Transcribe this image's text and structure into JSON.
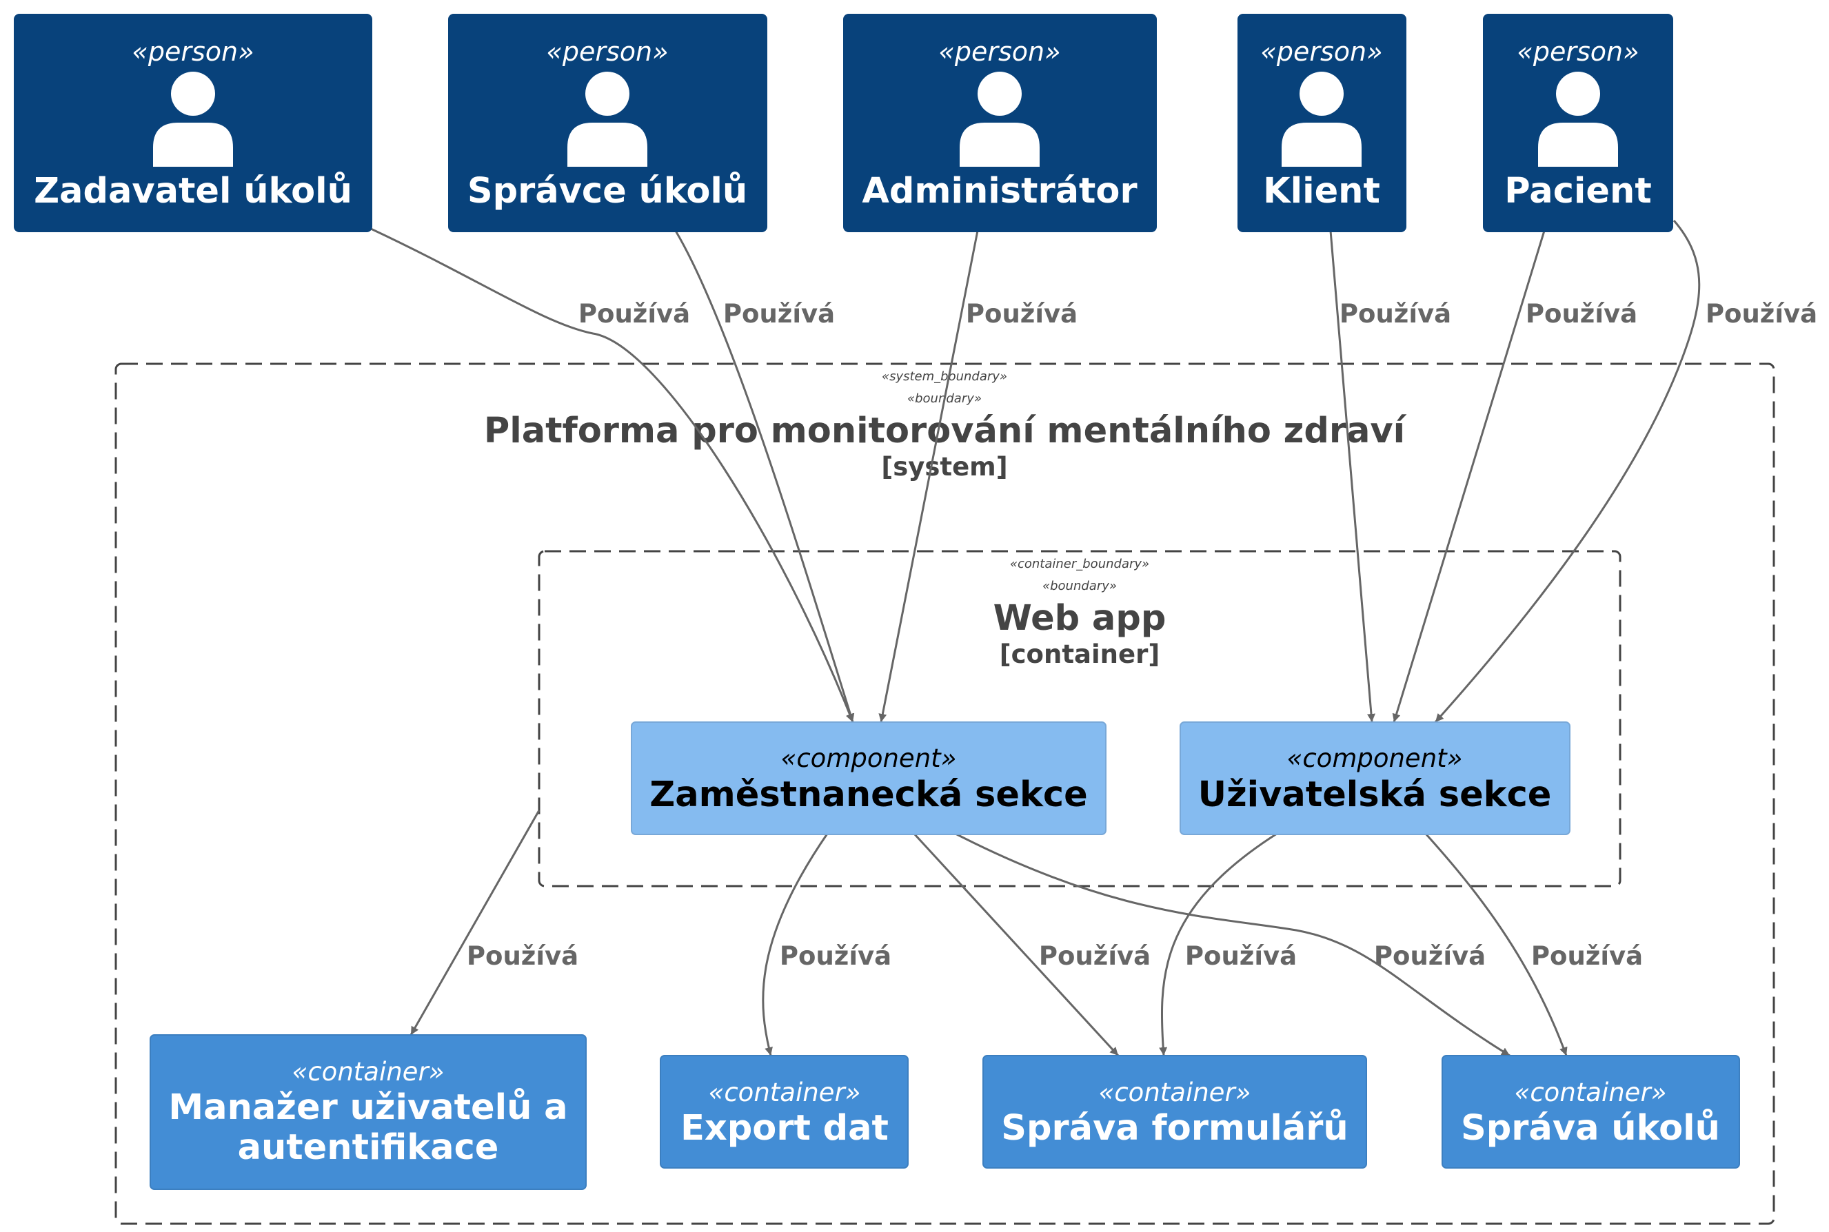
{
  "colors": {
    "person_fill": "#08427b",
    "component_fill": "#85bbf0",
    "container_fill": "#438dd5",
    "edge": "#666666",
    "boundary": "#444444"
  },
  "persons": [
    {
      "id": "zadavatel",
      "stereotype": "«person»",
      "name": "Zadavatel úkolů",
      "icon": "person-icon"
    },
    {
      "id": "spravce",
      "stereotype": "«person»",
      "name": "Správce úkolů",
      "icon": "person-icon"
    },
    {
      "id": "admin",
      "stereotype": "«person»",
      "name": "Administrátor",
      "icon": "person-icon"
    },
    {
      "id": "klient",
      "stereotype": "«person»",
      "name": "Klient",
      "icon": "person-icon"
    },
    {
      "id": "pacient",
      "stereotype": "«person»",
      "name": "Pacient",
      "icon": "person-icon"
    }
  ],
  "system_boundary": {
    "stereotypes": [
      "«system_boundary»",
      "«boundary»"
    ],
    "title": "Platforma pro monitorování mentálního zdraví",
    "type": "[system]"
  },
  "container_boundary": {
    "stereotypes": [
      "«container_boundary»",
      "«boundary»"
    ],
    "title": "Web app",
    "type": "[container]"
  },
  "components": [
    {
      "id": "zam",
      "stereotype": "«component»",
      "name": "Zaměstnanecká sekce"
    },
    {
      "id": "uziv",
      "stereotype": "«component»",
      "name": "Uživatelská sekce"
    }
  ],
  "containers": [
    {
      "id": "manazer",
      "stereotype": "«container»",
      "name_lines": [
        "Manažer uživatelů a",
        "autentifikace"
      ]
    },
    {
      "id": "export",
      "stereotype": "«container»",
      "name_lines": [
        "Export dat"
      ]
    },
    {
      "id": "formulare",
      "stereotype": "«container»",
      "name_lines": [
        "Správa formulářů"
      ]
    },
    {
      "id": "ukoly",
      "stereotype": "«container»",
      "name_lines": [
        "Správa úkolů"
      ]
    }
  ],
  "relations": [
    {
      "from": "zadavatel",
      "to": "zam",
      "label": "Používá"
    },
    {
      "from": "spravce",
      "to": "zam",
      "label": "Používá"
    },
    {
      "from": "admin",
      "to": "zam",
      "label": "Používá"
    },
    {
      "from": "klient",
      "to": "uziv",
      "label": "Používá"
    },
    {
      "from": "pacient",
      "to": "uziv",
      "label": "Používá"
    },
    {
      "from": "pacient",
      "to": "uziv",
      "label": "Používá"
    },
    {
      "from": "webapp",
      "to": "manazer",
      "label": "Používá"
    },
    {
      "from": "zam",
      "to": "export",
      "label": "Používá"
    },
    {
      "from": "zam",
      "to": "formulare",
      "label": "Používá"
    },
    {
      "from": "uziv",
      "to": "formulare",
      "label": "Používá"
    },
    {
      "from": "zam",
      "to": "ukoly",
      "label": "Používá"
    },
    {
      "from": "uziv",
      "to": "ukoly",
      "label": "Používá"
    }
  ]
}
